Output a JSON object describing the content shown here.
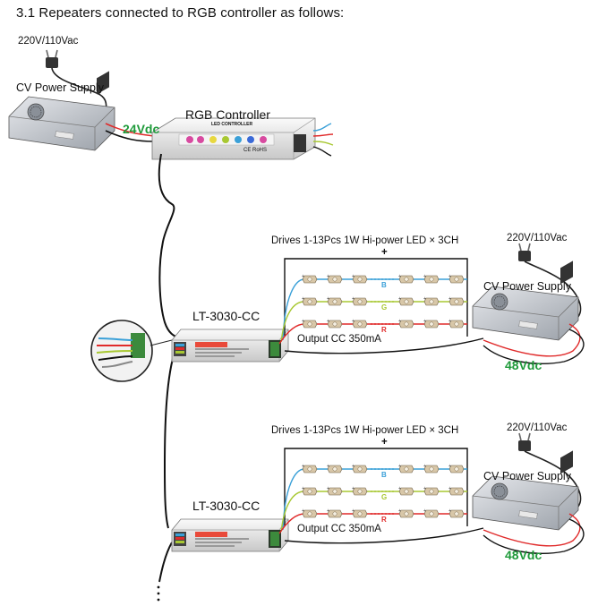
{
  "heading": "3.1  Repeaters connected to RGB controller as follows:",
  "top_section": {
    "mains_label": "220V/110Vac",
    "psu_label": "CV Power Supply",
    "psu_output": "24Vdc",
    "controller_label": "RGB Controller",
    "controller_face_text": "LED CONTROLLER",
    "controller_marks": "CE RoHS"
  },
  "repeaters": [
    {
      "model": "LT-3030-CC",
      "drives_label": "Drives 1-13Pcs 1W Hi-power LED × 3CH",
      "plus_sign": "+",
      "output_label": "Output CC 350mA",
      "channels": [
        "B",
        "G",
        "R"
      ],
      "mains_label": "220V/110Vac",
      "psu_label": "CV Power Supply",
      "psu_output": "48Vdc"
    },
    {
      "model": "LT-3030-CC",
      "drives_label": "Drives 1-13Pcs 1W Hi-power LED × 3CH",
      "plus_sign": "+",
      "output_label": "Output CC 350mA",
      "channels": [
        "B",
        "G",
        "R"
      ],
      "mains_label": "220V/110Vac",
      "psu_label": "CV Power Supply",
      "psu_output": "48Vdc"
    }
  ],
  "wire_colors": {
    "blue": "#3aa0d8",
    "green": "#a8c832",
    "red": "#e02a2a",
    "black": "#111111"
  }
}
